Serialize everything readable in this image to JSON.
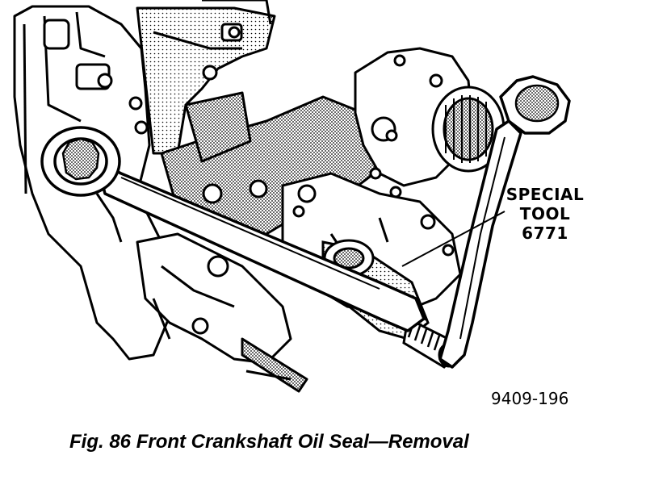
{
  "figure": {
    "callout": {
      "line1": "SPECIAL",
      "line2": "TOOL",
      "line3": "6771"
    },
    "code": "9409-196",
    "caption": "Fig. 86 Front Crankshaft Oil Seal—Removal"
  }
}
